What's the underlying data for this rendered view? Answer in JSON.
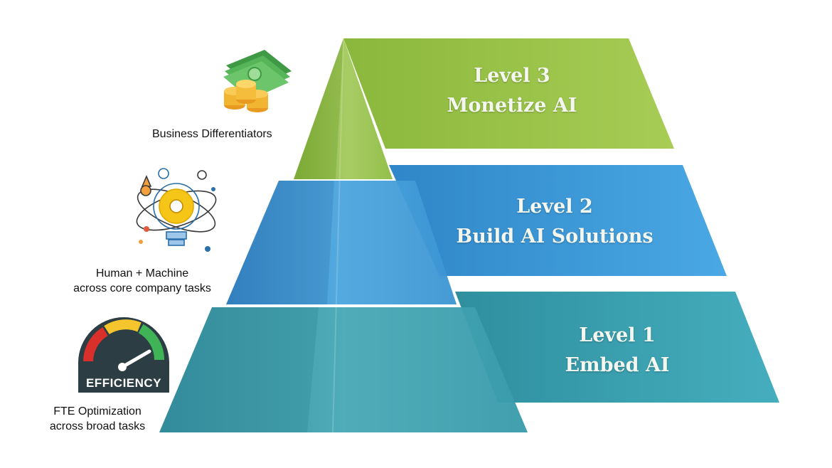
{
  "levels": [
    {
      "title": "Level 3",
      "subtitle": "Monetize AI",
      "color": "#9bc24a"
    },
    {
      "title": "Level 2",
      "subtitle": "Build AI Solutions",
      "color": "#3f9fdc"
    },
    {
      "title": "Level 1",
      "subtitle": "Embed AI",
      "color": "#3ea3b1"
    }
  ],
  "captions": {
    "business": [
      "Business Differentiators"
    ],
    "human": [
      "Human + Machine",
      "across core company tasks"
    ],
    "fte": [
      "FTE Optimization",
      "across broad tasks"
    ]
  },
  "gauge_label": "EFFICIENCY",
  "icons": {
    "money": "money-stack-coins-icon",
    "innovation": "lightbulb-gear-science-icon",
    "gauge": "efficiency-gauge-icon"
  }
}
